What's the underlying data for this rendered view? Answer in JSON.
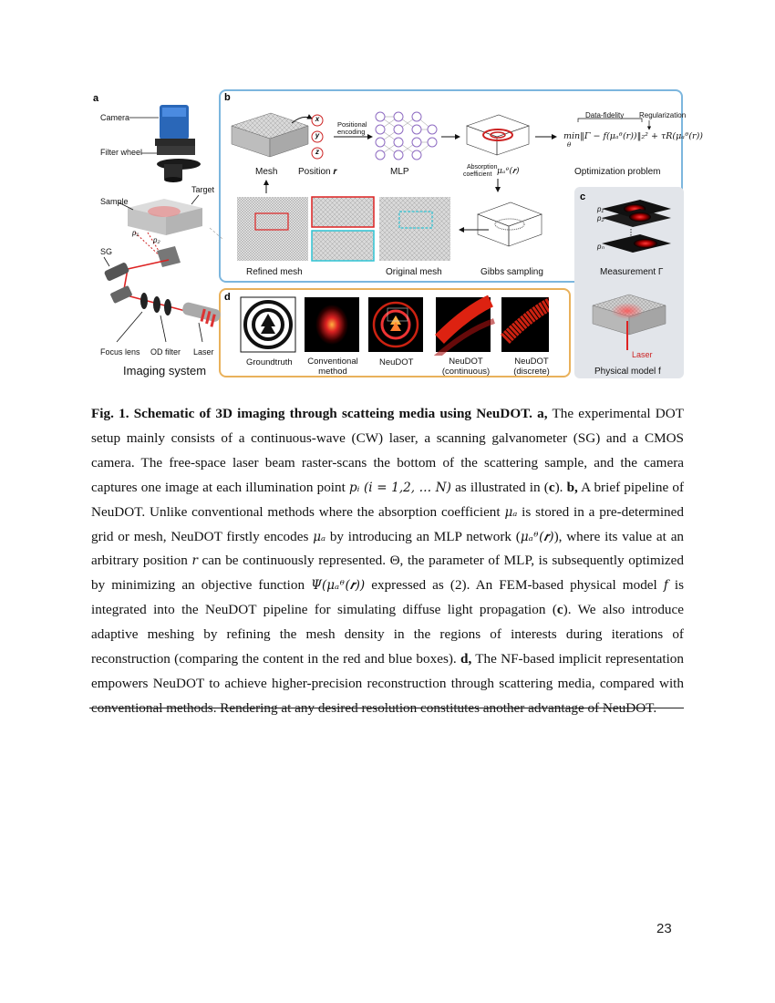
{
  "figure": {
    "panels": {
      "a": "a",
      "b": "b",
      "c": "c",
      "d": "d"
    },
    "panel_a": {
      "camera": "Camera",
      "filter_wheel": "Filter wheel",
      "sample": "Sample",
      "target": "Target",
      "sg": "SG",
      "p1": "p₁",
      "p2": "p₂",
      "focus_lens": "Focus lens",
      "od_filter": "OD filter",
      "laser": "Laser",
      "imaging_system": "Imaging system"
    },
    "panel_b": {
      "positional_encoding_1": "Positional",
      "positional_encoding_2": "encoding",
      "x": "x",
      "y": "y",
      "z": "z",
      "mesh": "Mesh",
      "position_r": "Position 𝒓",
      "mlp": "MLP",
      "absorption_1": "Absorption",
      "absorption_2": "coefficient",
      "mu_r": "μₐᶿ(𝒓)",
      "data_fidelity": "Data-fidelity",
      "regularization": "Regularization",
      "formula": "min‖Γ − f(μₐᶿ(r))‖₂² + τR(μₐᶿ(r))",
      "formula_sub": "θ",
      "optimization_problem": "Optimization problem",
      "refined_mesh": "Refined mesh",
      "original_mesh": "Original mesh",
      "gibbs_sampling": "Gibbs sampling"
    },
    "panel_c": {
      "p1": "p₁",
      "p2": "p₂",
      "pn": "pₙ",
      "measurement": "Measurement Γ",
      "laser": "Laser",
      "physical_model": "Physical model f"
    },
    "panel_d": {
      "groundtruth": "Groundtruth",
      "conventional_1": "Conventional",
      "conventional_2": "method",
      "neudot": "NeuDOT",
      "neudot_cont_1": "NeuDOT",
      "neudot_cont_2": "(continuous)",
      "neudot_disc_1": "NeuDOT",
      "neudot_disc_2": "(discrete)"
    }
  },
  "caption": {
    "title": "Fig. 1. Schematic of 3D imaging through scatteing media using NeuDOT.",
    "a_label": "a,",
    "a_text_1": "The experimental DOT setup mainly consists of a continuous-wave (CW) laser, a scanning galvanometer (SG) and a CMOS camera. The free-space laser beam raster-scans the bottom of the scattering sample, and the camera captures one image at each illumination point",
    "pi_expr": "pᵢ (i = 1,2, … N)",
    "a_text_2": "as illustrated in (",
    "c_ref": "c",
    "a_text_3": ").",
    "b_label": "b,",
    "b_text_1": "A brief pipeline of NeuDOT. Unlike conventional methods where the absorption coefficient",
    "mu_a": "μₐ",
    "b_text_2": "is stored in a pre-determined grid or mesh, NeuDOT firstly encodes",
    "b_text_3": "by introducing an MLP network (",
    "mu_theta_r": "μₐᶿ(𝒓)",
    "b_text_4": "), where its value at an arbitrary position",
    "r": "r",
    "b_text_5": "can be continuously represented. Θ, the parameter of MLP, is subsequently optimized by minimizing an objective function",
    "psi": "Ψ(μₐᶿ(𝒓))",
    "b_text_6": "expressed as (2). An FEM-based physical model",
    "f": "f",
    "b_text_7": "is integrated into the NeuDOT pipeline for simulating diffuse light propagation (",
    "b_text_8": "). We also introduce adaptive meshing by refining the mesh density in the regions of interests during iterations of reconstruction (comparing the content in the red and blue boxes).",
    "d_label": "d,",
    "d_text": "The NF-based implicit representation empowers NeuDOT to achieve higher-precision reconstruction through scattering media, compared with conventional methods. Rendering at any desired resolution constitutes another advantage of NeuDOT."
  },
  "page_number": "23"
}
